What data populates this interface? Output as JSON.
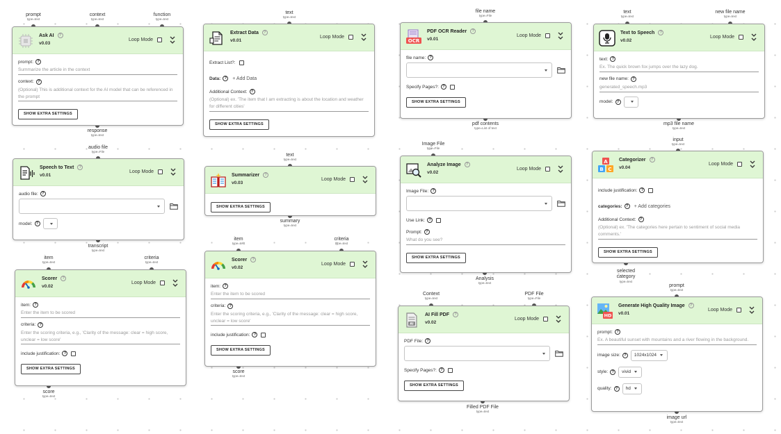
{
  "ui": {
    "loop_mode_label": "Loop Mode",
    "extra_settings_label": "SHOW EXTRA SETTINGS",
    "help_glyph": "?"
  },
  "colors": {
    "header_bg": "#dff6d4",
    "port_dot": "#555555",
    "placeholder": "#9a9a9a"
  },
  "ports": [
    {
      "id": "ask-ai-prompt",
      "name": "prompt",
      "type": "type=text"
    },
    {
      "id": "ask-ai-context",
      "name": "context",
      "type": "type=text"
    },
    {
      "id": "ask-ai-function",
      "name": "function",
      "type": "type=text"
    },
    {
      "id": "ask-ai-response",
      "name": "response",
      "type": "type=text"
    },
    {
      "id": "stt-audio-file",
      "name": "audio file",
      "type": "type=File"
    },
    {
      "id": "stt-transcript",
      "name": "transcript",
      "type": "type=text"
    },
    {
      "id": "scorer1-item",
      "name": "item",
      "type": "type=text"
    },
    {
      "id": "scorer1-criteria",
      "name": "criteria",
      "type": "type=text"
    },
    {
      "id": "scorer1-score",
      "name": "score",
      "type": "type=text"
    },
    {
      "id": "extract-text",
      "name": "text",
      "type": "type=text"
    },
    {
      "id": "summ-text",
      "name": "text",
      "type": "type=text"
    },
    {
      "id": "summ-summary",
      "name": "summary",
      "type": "type=text"
    },
    {
      "id": "scorer2-item",
      "name": "item",
      "type": "type=text"
    },
    {
      "id": "scorer2-criteria",
      "name": "criteria",
      "type": "type=text"
    },
    {
      "id": "scorer2-score",
      "name": "score",
      "type": "type=text"
    },
    {
      "id": "ocr-file-name",
      "name": "file name",
      "type": "type=File"
    },
    {
      "id": "ocr-pdf-contents",
      "name": "pdf contents",
      "type": "type=List of text"
    },
    {
      "id": "analyze-image-file",
      "name": "Image File",
      "type": "type=File"
    },
    {
      "id": "analyze-analysis",
      "name": "Analysis",
      "type": "type=text"
    },
    {
      "id": "fill-context",
      "name": "Context",
      "type": "type=text"
    },
    {
      "id": "fill-pdf-file",
      "name": "PDF File",
      "type": "type=File"
    },
    {
      "id": "fill-filled-pdf",
      "name": "Filled PDF File",
      "type": "type=text"
    },
    {
      "id": "tts-text",
      "name": "text",
      "type": "type=text"
    },
    {
      "id": "tts-new-file-name",
      "name": "new file name",
      "type": "type=text"
    },
    {
      "id": "tts-mp3",
      "name": "mp3 file name",
      "type": "type=text"
    },
    {
      "id": "cat-input",
      "name": "input",
      "type": "type=text"
    },
    {
      "id": "cat-selected",
      "name": "selected\ncategory",
      "type": "type=text"
    },
    {
      "id": "hqi-prompt",
      "name": "prompt",
      "type": "type=text"
    },
    {
      "id": "hqi-image-url",
      "name": "image url",
      "type": "type=text"
    }
  ],
  "nodes": {
    "ask_ai": {
      "title": "Ask AI",
      "version": "v0.03",
      "prompt_label": "prompt:",
      "prompt_placeholder": "Summarize the article in the context",
      "context_label": "context:",
      "context_placeholder": "(Optional) This is additional context for the AI model that can be referenced in the prompt"
    },
    "speech_to_text": {
      "title": "Speech to Text",
      "version": "v0.01",
      "audio_label": "audio file:",
      "model_label": "model:"
    },
    "scorer_1": {
      "title": "Scorer",
      "version": "v0.02",
      "item_label": "item:",
      "item_placeholder": "Enter the item to be scored",
      "criteria_label": "criteria:",
      "criteria_placeholder": "Enter the scoring criteria, e.g., 'Clarity of the message: clear = high score, unclear = low score'",
      "justification_label": "include justification:"
    },
    "extract_data": {
      "title": "Extract Data",
      "version": "v0.01",
      "extract_list_label": "Extract List?:",
      "data_label": "Data:",
      "add_data_label": "+ Add Data",
      "additional_context_label": "Additional Context:",
      "additional_context_placeholder": "(Optional) ex. 'The item that I am extracting is about the location and weather for different cities'"
    },
    "summarizer": {
      "title": "Summarizer",
      "version": "v0.03"
    },
    "scorer_2": {
      "title": "Scorer",
      "version": "v0.02",
      "item_label": "item:",
      "item_placeholder": "Enter the item to be scored",
      "criteria_label": "criteria:",
      "criteria_placeholder": "Enter the scoring criteria, e.g., 'Clarity of the message: clear = high score, unclear = low score'",
      "justification_label": "include justification:"
    },
    "pdf_ocr": {
      "title": "PDF OCR Reader",
      "version": "v0.01",
      "file_name_label": "file name:",
      "specify_pages_label": "Specify Pages?:"
    },
    "analyze_image": {
      "title": "Analyze Image",
      "version": "v0.02",
      "image_file_label": "Image File:",
      "use_link_label": "Use Link:",
      "prompt_label": "Prompt:",
      "prompt_placeholder": "What do you see?"
    },
    "ai_fill_pdf": {
      "title": "AI Fill PDF",
      "version": "v0.02",
      "pdf_file_label": "PDF File:",
      "specify_pages_label": "Specify Pages?:"
    },
    "text_to_speech": {
      "title": "Text to Speech",
      "version": "v0.02",
      "text_label": "text:",
      "text_placeholder": "Ex. The quick brown fox jumps over the lazy dog.",
      "new_file_label": "new file name:",
      "new_file_placeholder": "generated_speech.mp3",
      "model_label": "model:"
    },
    "categorizer": {
      "title": "Categorizer",
      "version": "v0.04",
      "justification_label": "include justification:",
      "categories_label": "categories:",
      "add_categories_label": "+ Add categories",
      "additional_context_label": "Additional Context:",
      "additional_context_placeholder": "(Optional) ex. 'The categories here pertain to sentiment of social media comments.'"
    },
    "hq_image": {
      "title": "Generate High Quality Image",
      "version": "v0.01",
      "prompt_label": "prompt:",
      "prompt_placeholder": "Ex. A beautiful sunset with mountains and a river flowing in the background.",
      "size_label": "image size:",
      "size_value": "1024x1024",
      "style_label": "style:",
      "style_value": "vivid",
      "quality_label": "quality:",
      "quality_value": "hd"
    }
  }
}
